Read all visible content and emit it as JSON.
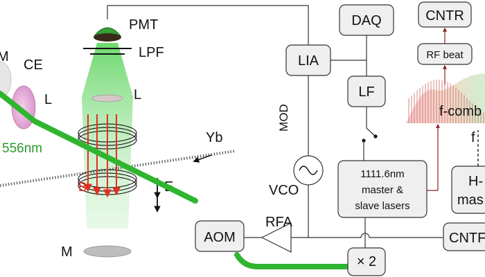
{
  "labels": {
    "pmt": "PMT",
    "lpf": "LPF",
    "lens_top": "L",
    "lens_left": "L",
    "ce": "CE",
    "m_left": "M",
    "wavelength": "556nm",
    "yb": "Yb",
    "b_field": "B",
    "e_field": "E",
    "mirror_bottom": "M",
    "mod": "MOD",
    "vco": "VCO",
    "rfa": "RFA",
    "aom": "AOM",
    "lia": "LIA",
    "daq": "DAQ",
    "lf": "LF",
    "laser_line1": "1111.6nm",
    "laser_line2": "master &",
    "laser_line3": "slave lasers",
    "doubler": "× 2",
    "cntr_top": "CNTR",
    "rf_beat": "RF beat",
    "f_comb": "f-comb",
    "f_label": "f",
    "h_maser_line1": "H-",
    "h_maser_line2": "mas",
    "cntr_right": "CNTF"
  },
  "colors": {
    "laser_beam": "#2fb52f",
    "fluorescence": "#3cc83c",
    "b_field_arrows": "#e03020",
    "rf_signal_lines": "#b03030",
    "box_fill": "#efefef",
    "pmt_dome": "#35a035",
    "ce_mirror": "#e7a8d8"
  }
}
